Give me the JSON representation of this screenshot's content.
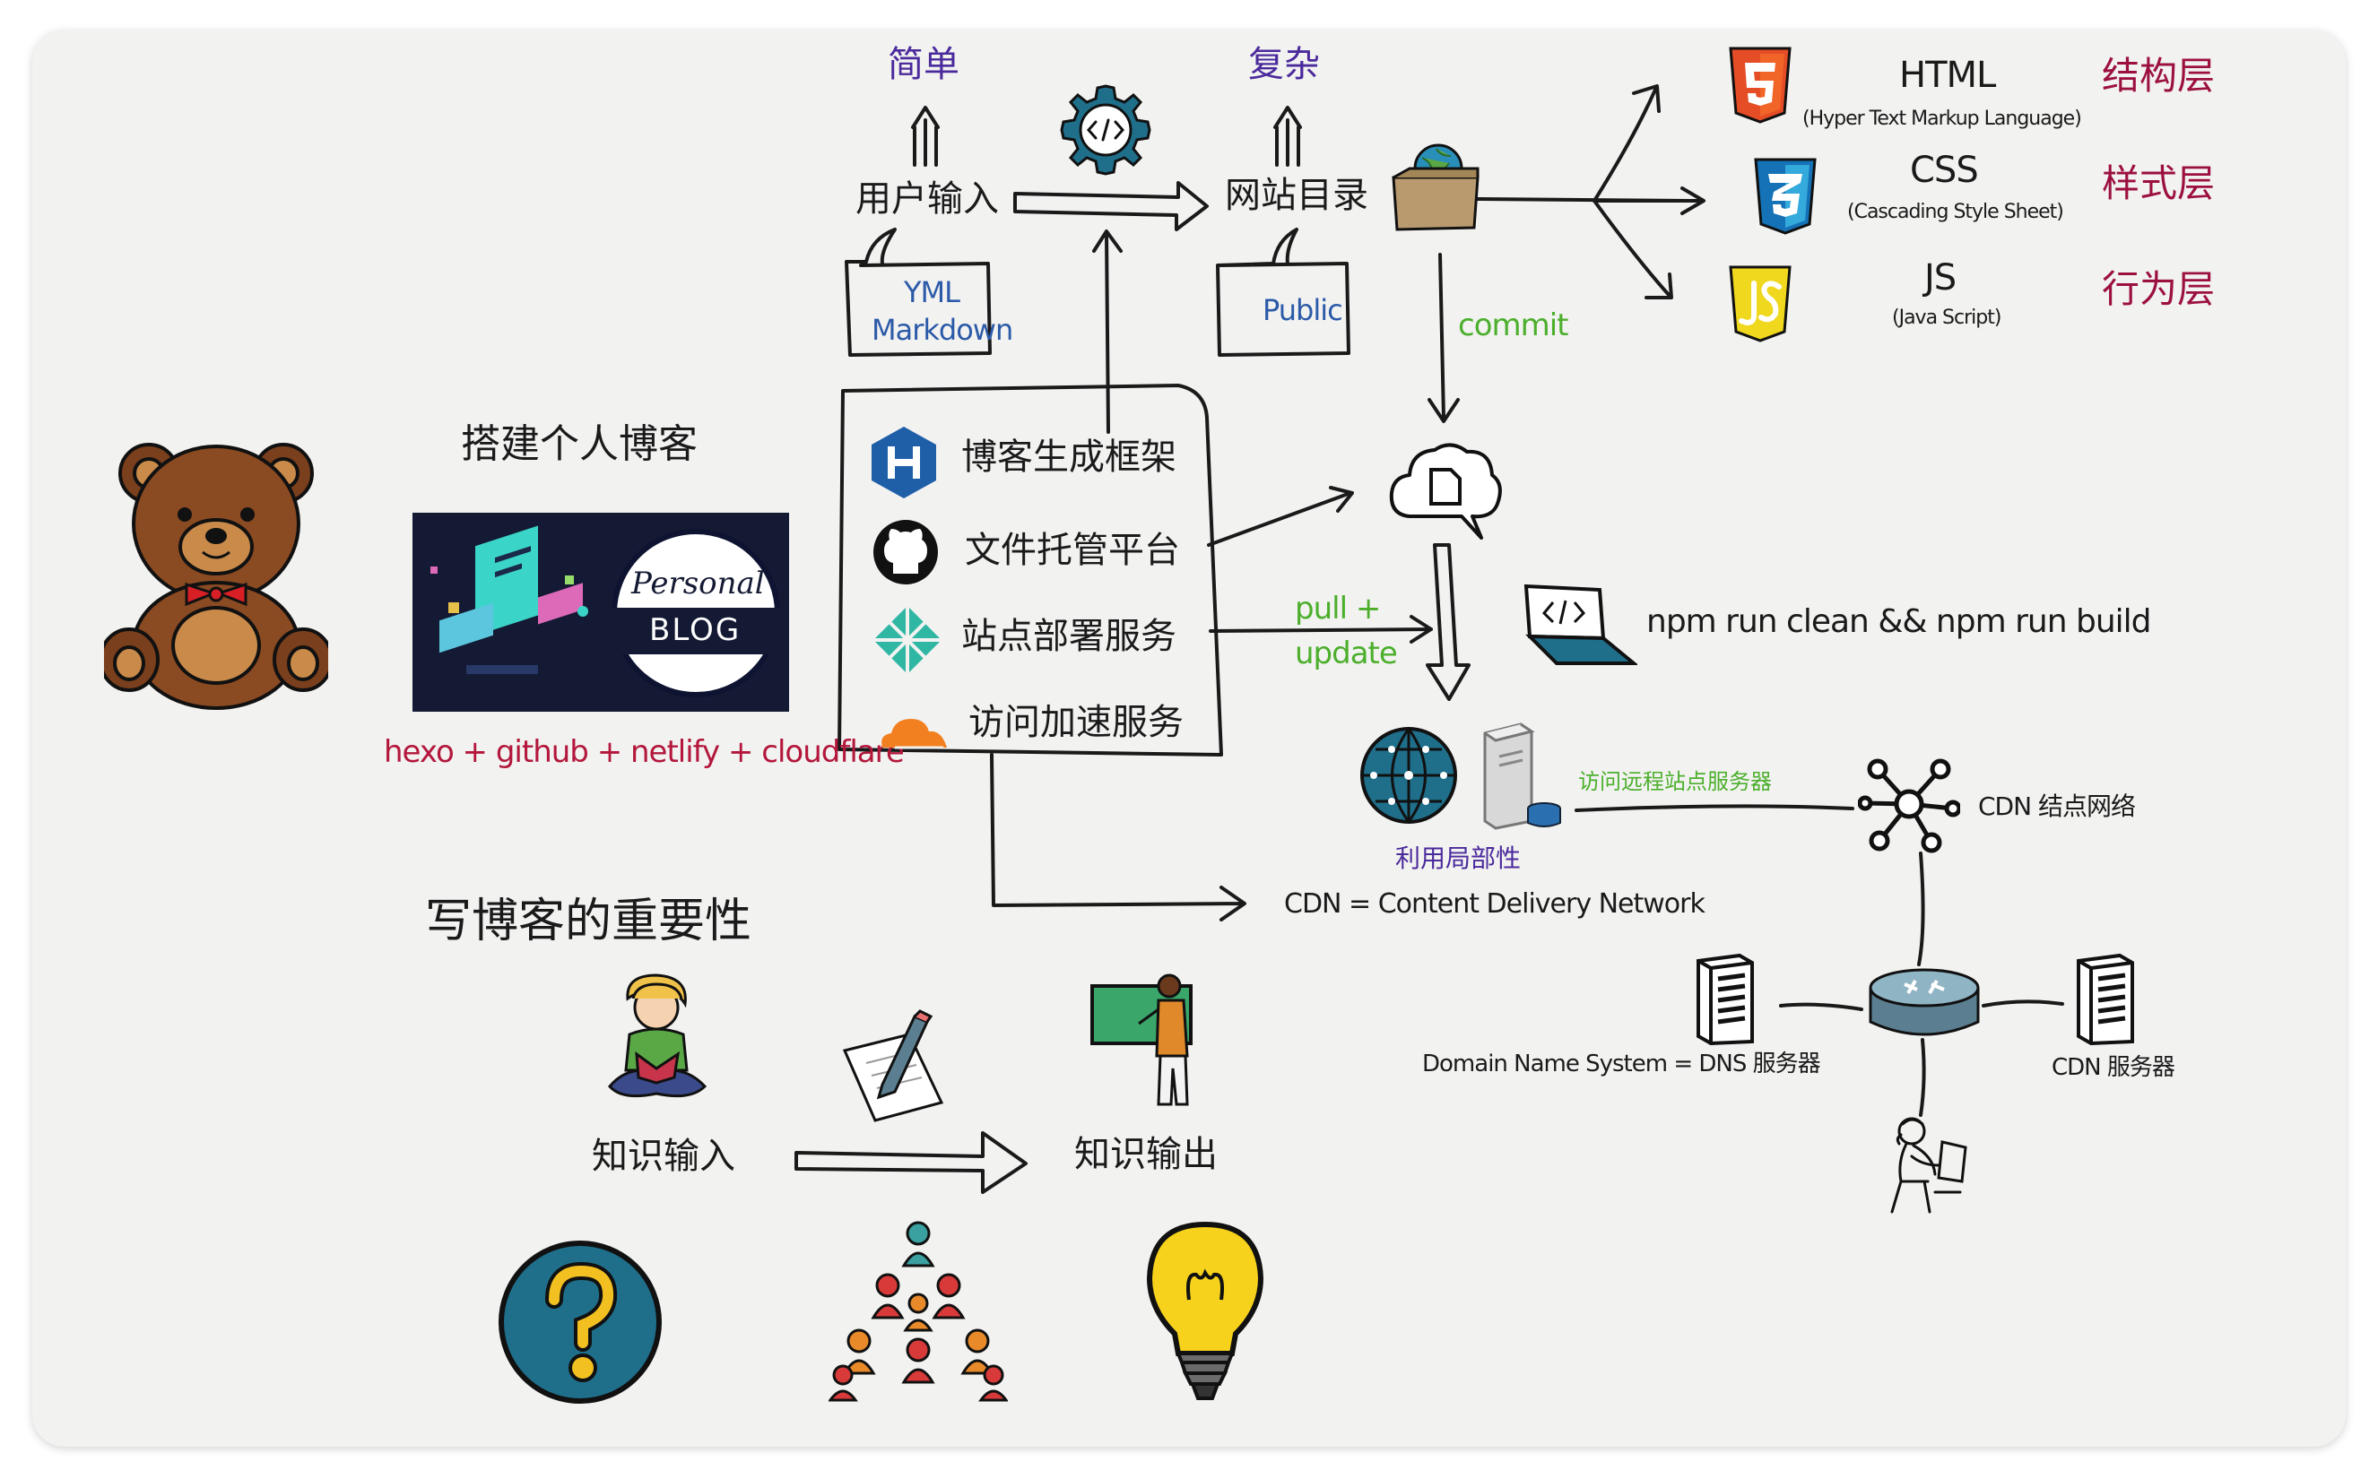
{
  "top_flow": {
    "simple_label": "简单",
    "complex_label": "复杂",
    "user_input": "用户输入",
    "site_dir": "网站目录",
    "yml_line1": "YML",
    "yml_line2": "Markdown",
    "public_label": "Public",
    "commit_label": "commit"
  },
  "web_layers": [
    {
      "name": "HTML",
      "desc": "(Hyper Text Markup Language)",
      "layer": "结构层",
      "icon": "html5-icon",
      "color": "#e44d26"
    },
    {
      "name": "CSS",
      "desc": "(Cascading Style Sheet)",
      "layer": "样式层",
      "icon": "css3-icon",
      "color": "#1572b6"
    },
    {
      "name": "JS",
      "desc": "(Java Script)",
      "layer": "行为层",
      "icon": "js-icon",
      "color": "#f0d81e"
    }
  ],
  "blog": {
    "title": "搭建个人博客",
    "banner_personal": "Personal",
    "banner_blog": "BLOG",
    "stack": "hexo + github + netlify + cloudflare"
  },
  "services": [
    {
      "label": "博客生成框架",
      "icon": "hexo-icon"
    },
    {
      "label": "文件托管平台",
      "icon": "github-icon"
    },
    {
      "label": "站点部署服务",
      "icon": "netlify-icon"
    },
    {
      "label": "访问加速服务",
      "icon": "cloudflare-icon"
    }
  ],
  "deploy": {
    "pull_update_1": "pull +",
    "pull_update_2": "update",
    "npm_command": "npm run clean && npm run build",
    "remote_access": "访问远程站点服务器",
    "locality": "利用局部性",
    "cdn_definition": "CDN = Content Delivery Network",
    "cdn_node_network": "CDN 结点网络",
    "dns_server": "Domain Name System = DNS 服务器",
    "cdn_server": "CDN 服务器"
  },
  "importance": {
    "title": "写博客的重要性",
    "input": "知识输入",
    "output": "知识输出"
  },
  "colors": {
    "card_bg": "#f2f2f1",
    "purple": "#4b2a9c",
    "green": "#4caf2c",
    "maroon": "#9c1040",
    "globe_teal": "#1f6f8b"
  }
}
